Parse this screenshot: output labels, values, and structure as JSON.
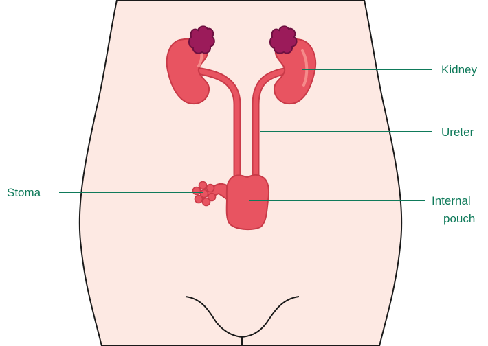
{
  "labels": {
    "kidney": "Kidney",
    "ureter": "Ureter",
    "stoma": "Stoma",
    "internal_pouch_line1": "Internal",
    "internal_pouch_line2": "pouch"
  },
  "colors": {
    "skin": "#fde9e3",
    "outline": "#1a1a1a",
    "organ": "#e85461",
    "organ_dark": "#c93a48",
    "adrenal": "#9b1b5a",
    "adrenal_dark": "#6d1040",
    "highlight": "#f58a8a",
    "leader": "#0f7a5a"
  }
}
